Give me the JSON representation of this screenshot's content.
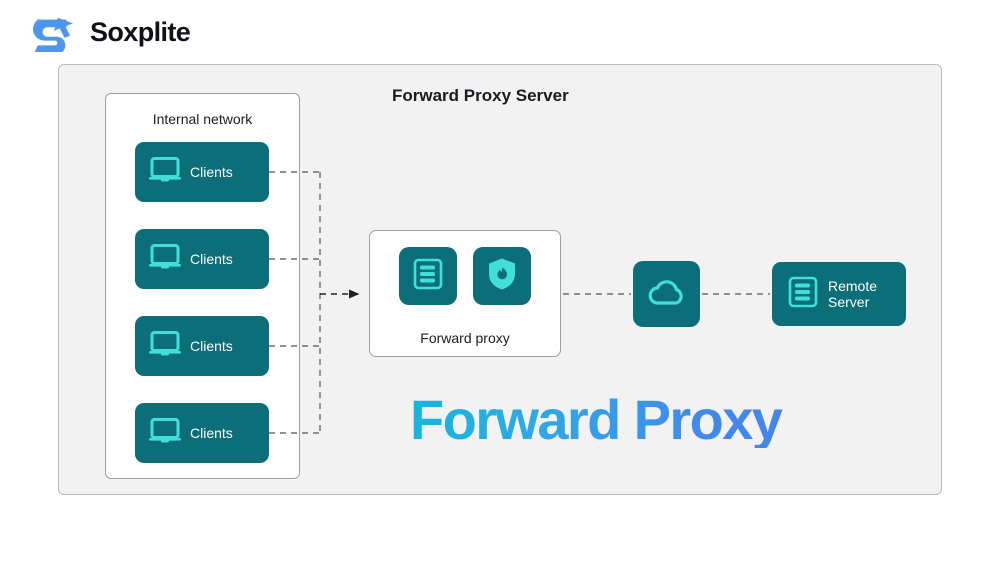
{
  "brand": {
    "name": "Soxplite",
    "mark_icon": "stylized-five-logo-icon",
    "mark_color": "#4e96ec"
  },
  "diagram": {
    "title": "Forward Proxy Server",
    "headline": "Forward Proxy",
    "frame_bg": "#f2f2f2",
    "frame_border": "#b9bcc0",
    "node_color": "#0b6e78",
    "icon_color": "#41dfd9",
    "headline_gradient_from": "#16b6dd",
    "headline_gradient_to": "#4d7ee6",
    "internal_network": {
      "label": "Internal network",
      "clients": [
        {
          "label": "Clients",
          "icon": "laptop-icon"
        },
        {
          "label": "Clients",
          "icon": "laptop-icon"
        },
        {
          "label": "Clients",
          "icon": "laptop-icon"
        },
        {
          "label": "Clients",
          "icon": "laptop-icon"
        }
      ]
    },
    "proxy": {
      "label": "Forward proxy",
      "tiles": [
        {
          "icon": "server-rack-icon"
        },
        {
          "icon": "shield-flame-icon"
        }
      ]
    },
    "cloud": {
      "icon": "cloud-icon"
    },
    "remote_server": {
      "label_line1": "Remote",
      "label_line2": "Server",
      "icon": "server-rack-icon"
    }
  }
}
